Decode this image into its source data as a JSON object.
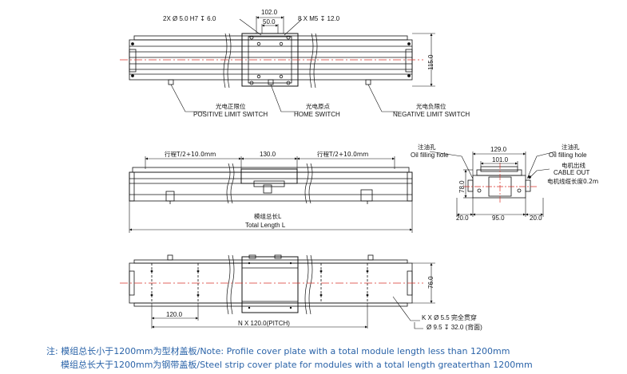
{
  "top_view": {
    "hole_spec_left": "2X Ø 5.0 H7 ↧ 6.0",
    "dim_102": "102.0",
    "dim_50": "50.0",
    "hole_spec_right": "8 X  M5 ↧ 12.0",
    "dim_115": "115.0",
    "positive_cn": "光电正限位",
    "positive_en": "POSITIVE LIMIT SWITCH",
    "home_cn": "光电原点",
    "home_en": "HOME SWITCH",
    "negative_cn": "光电负限位",
    "negative_en": "NEGATIVE LIMIT SWITCH"
  },
  "side_view": {
    "stroke_left": "行程T/2+10.0mm",
    "dim_130": "130.0",
    "stroke_right": "行程T/2+10.0mm",
    "total_cn": "模组总长L",
    "total_en": "Total Length L"
  },
  "end_view": {
    "oil_left_cn": "注油孔",
    "oil_left_en": "Oil filling hole",
    "oil_right_cn": "注油孔",
    "oil_right_en": "Oil filling hole",
    "cable_cn": "电机出线",
    "cable_en": "CABLE OUT",
    "cable_len": "电机线缆长度0.2m",
    "dim_129": "129.0",
    "dim_101": "101.0",
    "dim_78": "78.0",
    "dim_20_left": "20.0",
    "dim_95": "95.0",
    "dim_20_right": "20.0"
  },
  "bottom_view": {
    "dim_76": "76.0",
    "dim_120": "120.0",
    "pitch": "N X 120.0(PITCH)",
    "hole_spec_1": "K X  Ø 5.5 完全贯穿",
    "hole_spec_2": "Ø 9.5 ↧ 32.0 (背面)"
  },
  "notes": {
    "line1": "注: 模组总长小于1200mm为型材盖板/Note: Profile cover plate with a total module length less than 1200mm",
    "line2": "模组总长大于1200mm为钢带盖板/Steel strip cover plate for modules with a total length greaterthan 1200mm"
  },
  "colors": {
    "line": "#111111",
    "center": "#d9352b",
    "note": "#2a63a8"
  }
}
